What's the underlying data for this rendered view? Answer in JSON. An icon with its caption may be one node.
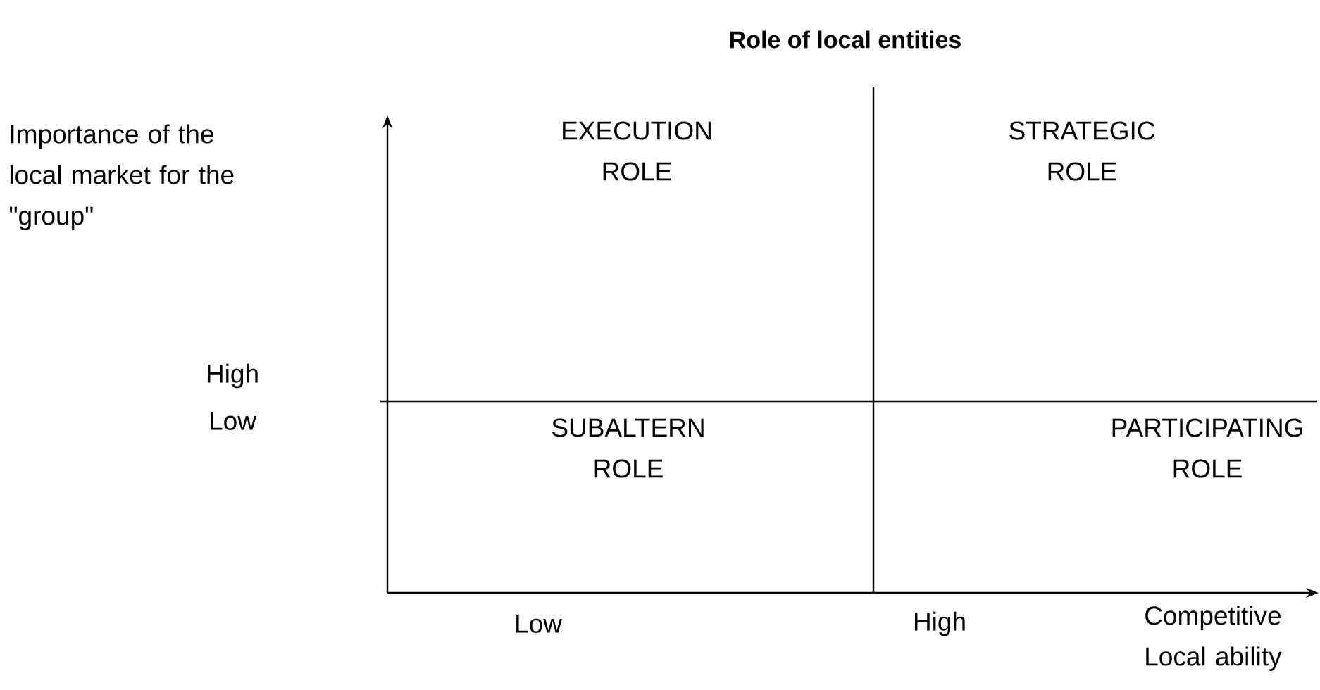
{
  "diagram": {
    "title": "Role of local entities",
    "labels": [
      "Importance of the local market for the \"group\"",
      "EXECUTION ROLE",
      "STRATEGIC ROLE",
      "High",
      "Low",
      "SUBALTERN ROLE",
      "PARTICIPATING ROLE",
      "Low",
      "High",
      "Competitive Local ability"
    ]
  }
}
